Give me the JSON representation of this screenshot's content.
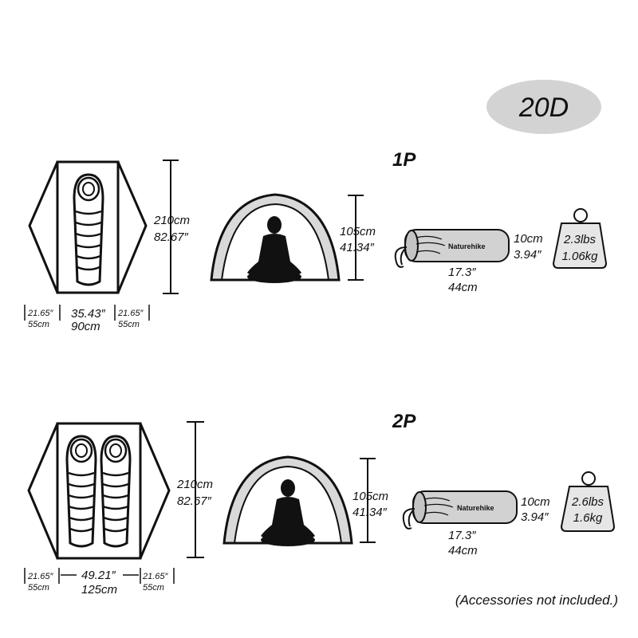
{
  "badge": {
    "label": "20D",
    "color": "#d3d3d3"
  },
  "colors": {
    "ink": "#111111",
    "tent_fill": "#d9d9d9",
    "bag_fill": "#d2d2d2",
    "weight_fill": "#e6e6e6"
  },
  "brand": {
    "name": "Naturehike"
  },
  "one_person": {
    "label": "1P",
    "length_cm": "210cm",
    "length_in": "82.67″",
    "vest_left_in": "21.65″",
    "vest_left_cm": "55cm",
    "inner_width_in": "35.43″",
    "inner_width_cm": "90cm",
    "vest_right_in": "21.65″",
    "vest_right_cm": "55cm",
    "height_cm": "105cm",
    "height_in": "41.34″",
    "pack_diameter_cm": "10cm",
    "pack_diameter_in": "3.94″",
    "pack_length_in": "17.3″",
    "pack_length_cm": "44cm",
    "weight_lbs": "2.3lbs",
    "weight_kg": "1.06kg"
  },
  "two_person": {
    "label": "2P",
    "length_cm": "210cm",
    "length_in": "82.67″",
    "vest_left_in": "21.65″",
    "vest_left_cm": "55cm",
    "inner_width_in": "49.21″",
    "inner_width_cm": "125cm",
    "vest_right_in": "21.65″",
    "vest_right_cm": "55cm",
    "height_cm": "105cm",
    "height_in": "41.34″",
    "pack_diameter_cm": "10cm",
    "pack_diameter_in": "3.94″",
    "pack_length_in": "17.3″",
    "pack_length_cm": "44cm",
    "weight_lbs": "2.6lbs",
    "weight_kg": "1.6kg"
  },
  "footnote": "(Accessories not included.)"
}
